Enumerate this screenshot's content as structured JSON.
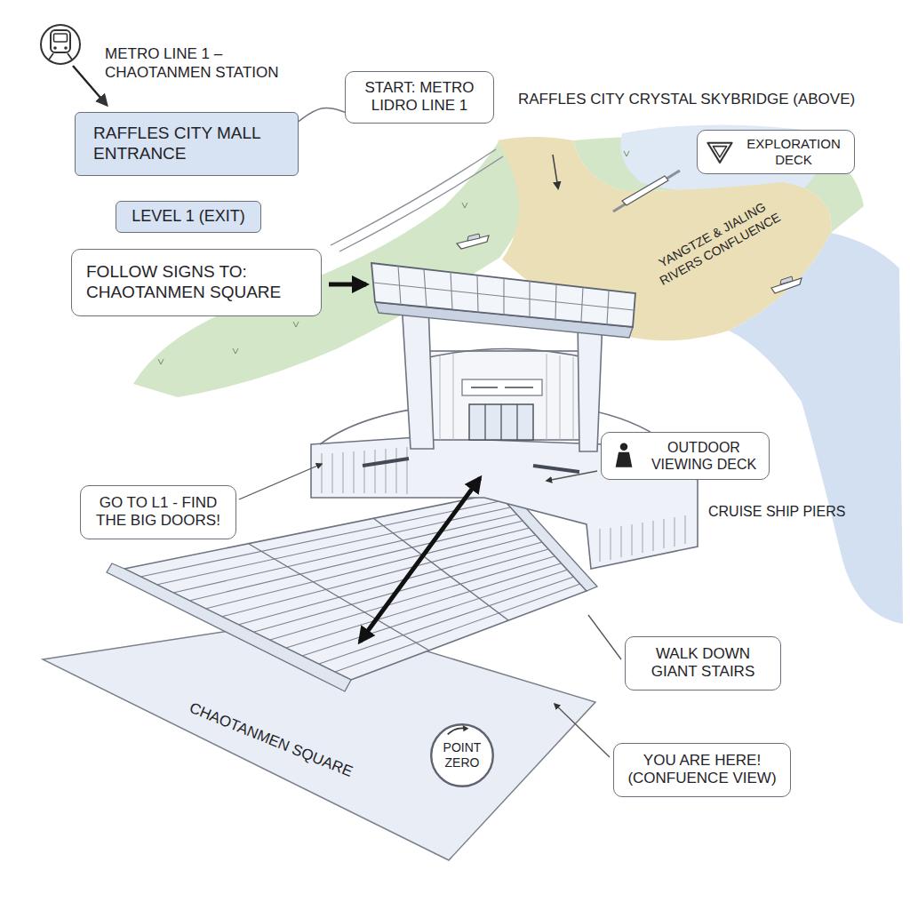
{
  "diagram": {
    "nodes": [
      {
        "text": [
          "START: METRO LIDRO LINE 1"
        ]
      },
      {
        "text": [
          "RAFFLES CITY MALL ENTRANCE"
        ]
      },
      {
        "text": [
          "LEVEL 1 (EXIT)"
        ]
      },
      {
        "text": [
          "EXPLORATION DECK"
        ]
      },
      {
        "text": [
          "FOLLOW SIGNS TO: CHAOTANMEN SQUARE"
        ]
      },
      {
        "text": [
          "OUTDOOR VIEWING DECK"
        ]
      },
      {
        "text": [
          "GO TO L1 - FIND THE BIG DOORS!"
        ]
      },
      {
        "text": [
          "WALK DOWN GIANT STAIRS"
        ]
      },
      {
        "text": [
          "POINT ZERO"
        ]
      },
      {
        "text": [
          "YOU ARE HERE! (CONFUENCE VIEW)"
        ]
      }
    ],
    "edges": [
      {
        "from": 0,
        "to": 1,
        "arrow": "none"
      }
    ],
    "labels": [
      "METRO LINE 1 – CHAOTANMEN STATION",
      "RAFFLES CITY CRYSTAL SKYBRIDGE (ABOVE)",
      "YANGTZE & JIALING RIVERS CONFLUENCE",
      "CRUISE SHIP PIERS",
      "CHAOTANMEN SQUARE"
    ]
  }
}
